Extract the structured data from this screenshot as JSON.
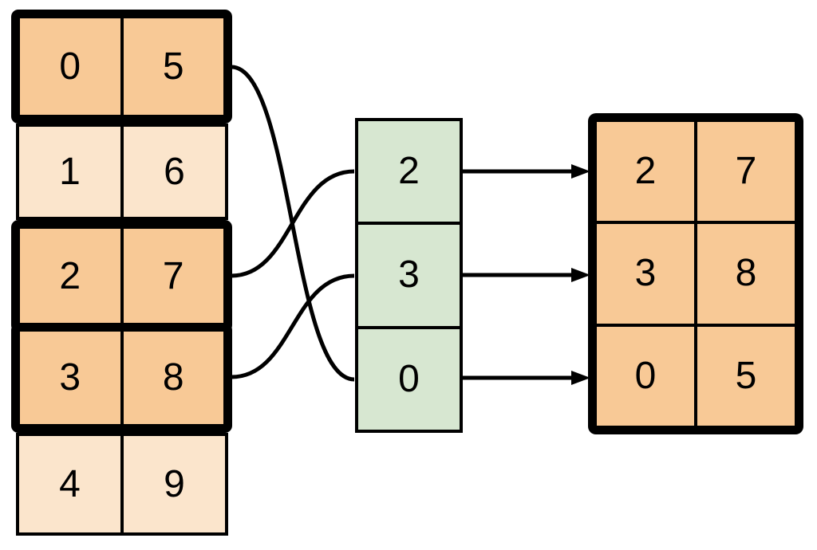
{
  "colors": {
    "highlight_fill": "#F8C996",
    "muted_fill": "#FBE5CC",
    "index_fill": "#D7E7D1",
    "line_color": "#000000",
    "background": "#FFFFFF"
  },
  "source_table": {
    "rows": [
      {
        "left": "0",
        "right": "5",
        "highlighted": true
      },
      {
        "left": "1",
        "right": "6",
        "highlighted": false
      },
      {
        "left": "2",
        "right": "7",
        "highlighted": true
      },
      {
        "left": "3",
        "right": "8",
        "highlighted": true
      },
      {
        "left": "4",
        "right": "9",
        "highlighted": false
      }
    ]
  },
  "index_column": {
    "values": [
      "2",
      "3",
      "0"
    ]
  },
  "result_table": {
    "rows": [
      {
        "left": "2",
        "right": "7"
      },
      {
        "left": "3",
        "right": "8"
      },
      {
        "left": "0",
        "right": "5"
      }
    ]
  },
  "connections": {
    "curves": [
      {
        "from_source_row": 0,
        "to_index_cell": 2
      },
      {
        "from_source_row": 2,
        "to_index_cell": 0
      },
      {
        "from_source_row": 3,
        "to_index_cell": 1
      }
    ],
    "arrows": [
      {
        "from_index_cell": 0,
        "to_result_row": 0
      },
      {
        "from_index_cell": 1,
        "to_result_row": 1
      },
      {
        "from_index_cell": 2,
        "to_result_row": 2
      }
    ]
  }
}
